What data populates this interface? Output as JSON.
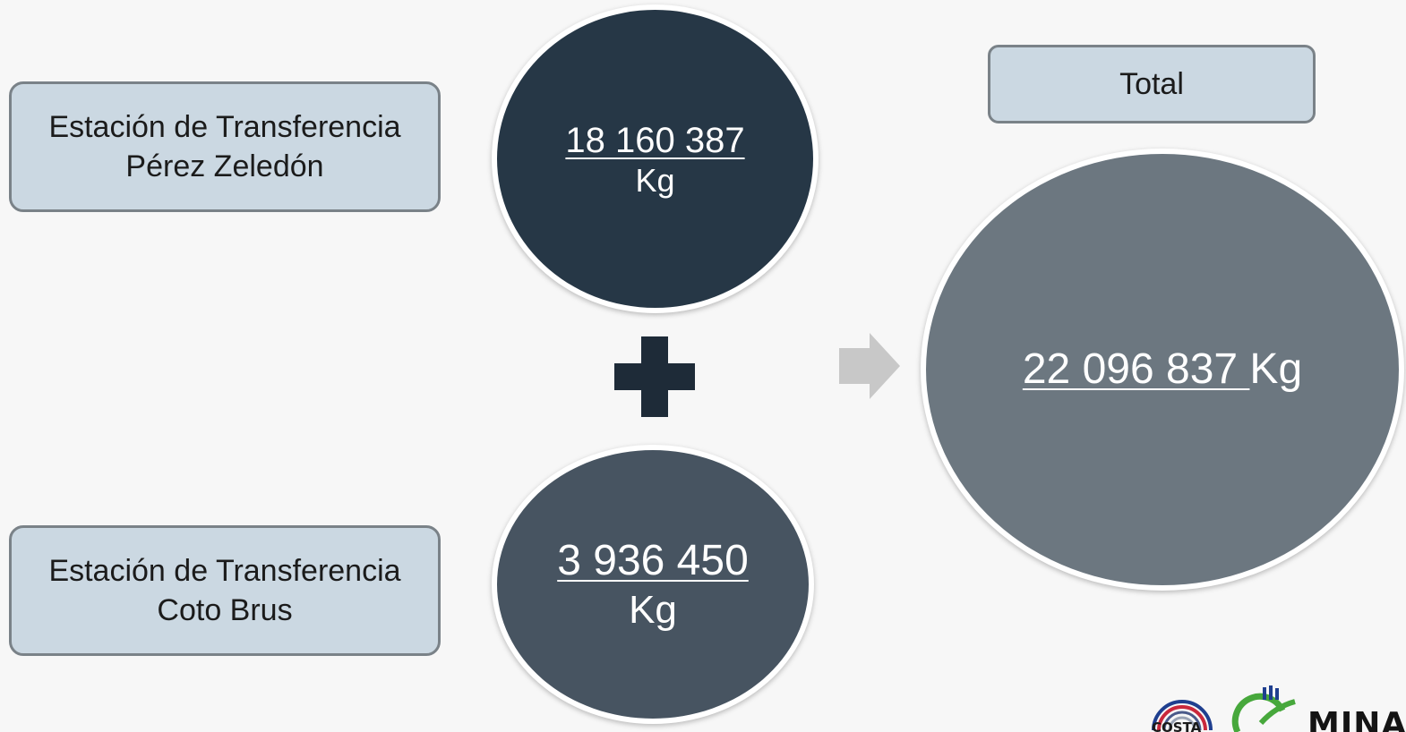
{
  "stations": {
    "perez_zeledon": {
      "line1": "Estación de Transferencia",
      "line2": "Pérez Zeledón",
      "value": "18 160 387",
      "unit": "Kg"
    },
    "coto_brus": {
      "line1": "Estación de Transferencia",
      "line2": "Coto Brus",
      "value": "3 936 450",
      "unit": "Kg"
    }
  },
  "total": {
    "label": "Total",
    "value": "22 096 837 ",
    "unit": "Kg"
  },
  "logos": {
    "costa_rica_text": "COSTA",
    "minae_text": "MINAE"
  },
  "colors": {
    "background": "#f7f7f7",
    "label_box_fill": "#cbd8e2",
    "label_box_border": "#7a8288",
    "circle_perez_zeledon": "#263746",
    "circle_coto_brus": "#475461",
    "circle_total": "#6c7780",
    "plus_sign": "#1e2b38",
    "arrow": "#c8c8c8"
  },
  "icons": {
    "operator": "plus-icon",
    "flow": "right-arrow-icon"
  }
}
